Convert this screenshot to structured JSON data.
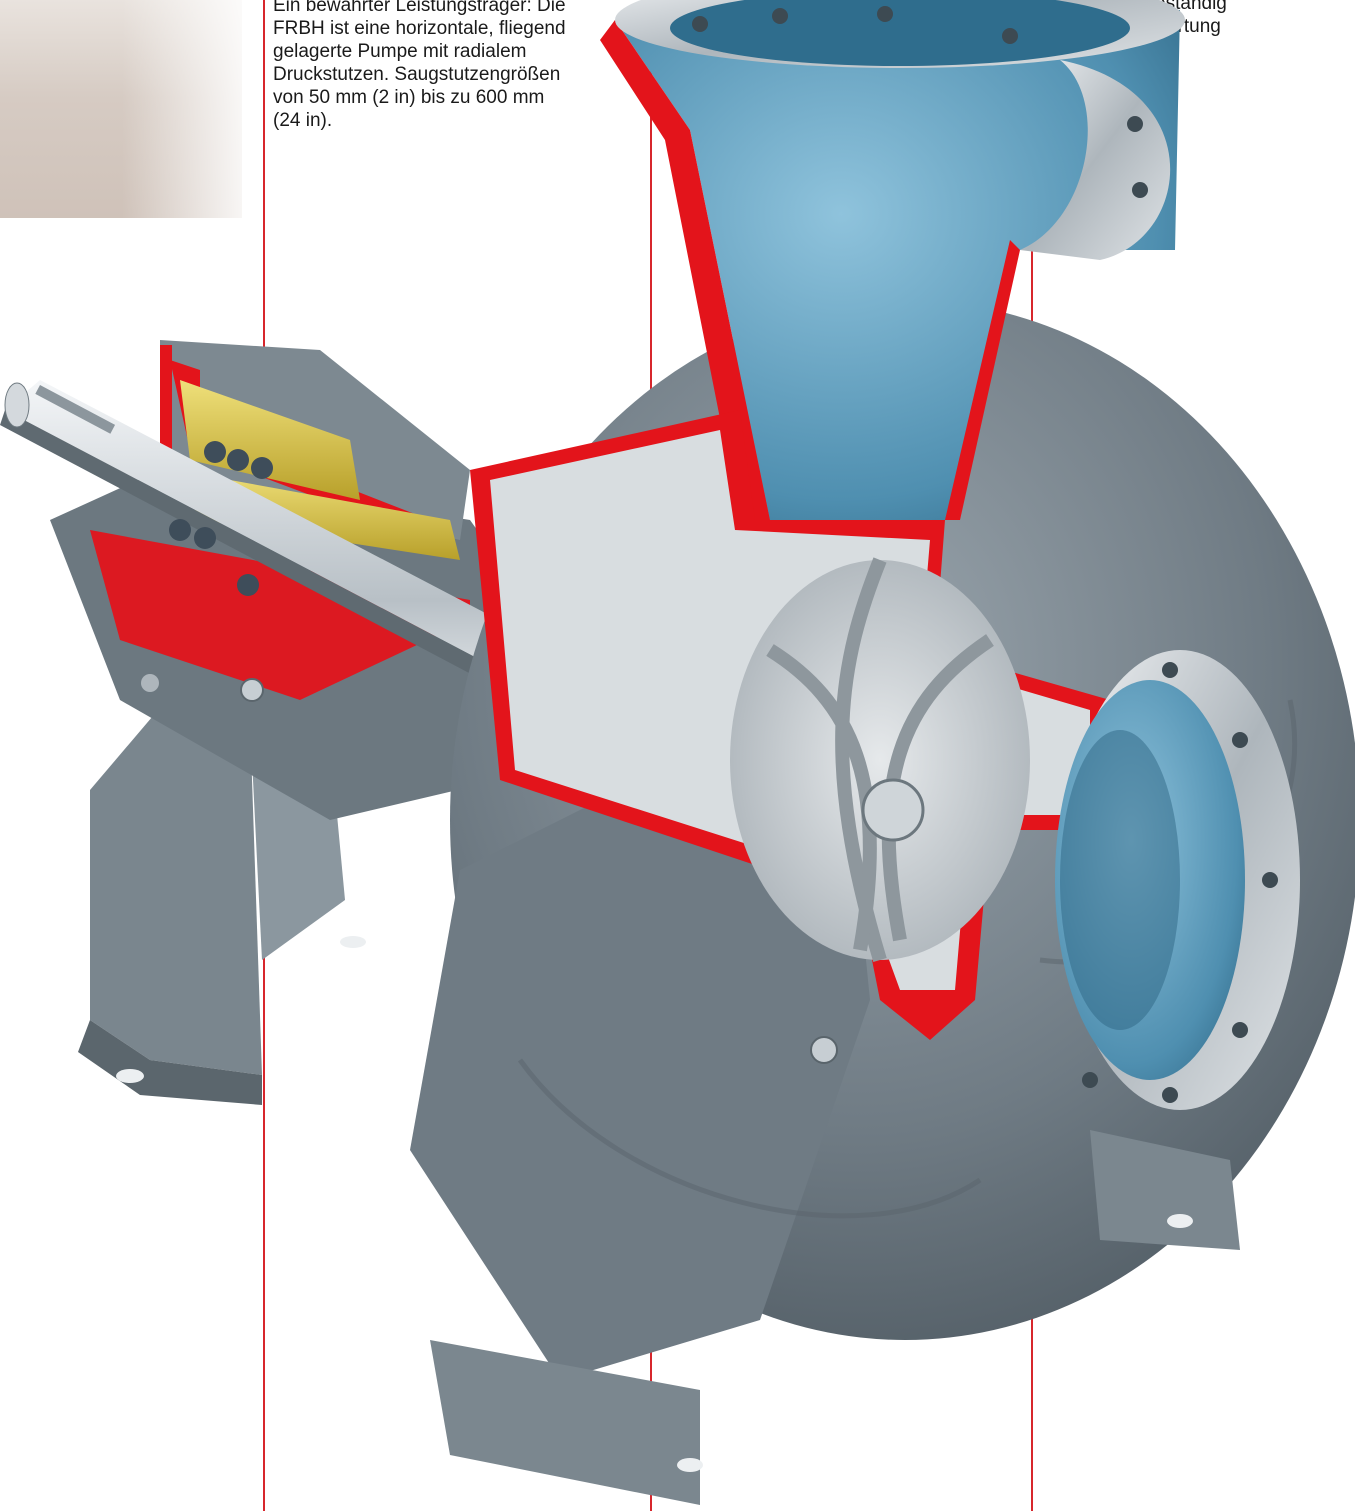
{
  "description": {
    "lines": [
      "Ein bewährter Leistungsträger: Die",
      "FRBH ist eine horizontale, fliegend",
      "gelagerte Pumpe mit radialem",
      "Druckstutzen. Saugstutzengrößen",
      "von 50 mm (2 in) bis zu 600 mm",
      "(24 in)."
    ]
  },
  "features": {
    "items": [
      "erosionsbeständig",
      "einfache Wartung"
    ]
  },
  "colors": {
    "accent_rule": "#d7262c",
    "cut_section": "#e3141b",
    "casing_grey": "#6b7780",
    "liner_blue": "#3f7d9e",
    "bearing_yellow": "#d9c13a",
    "steel": "#c9cfd4"
  },
  "illustration": {
    "subject": "cutaway-centrifugal-slurry-pump"
  }
}
